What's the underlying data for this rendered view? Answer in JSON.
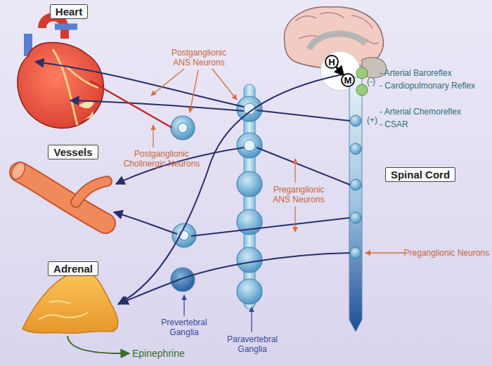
{
  "diagram": {
    "nodes": [
      {
        "text": [
          "Heart"
        ]
      },
      {
        "text": [
          "Vessels"
        ]
      },
      {
        "text": [
          "Adrenal"
        ]
      },
      {
        "text": [
          "H"
        ]
      },
      {
        "text": [
          "M"
        ]
      },
      {
        "text": [
          "Spinal Cord"
        ]
      }
    ],
    "edges": [
      {
        "from": 3,
        "to": 4,
        "arrow": "to"
      }
    ],
    "labels": [
      "Postganglionic ANS Neurons",
      "Postganglionic Cholinergic Neurons",
      "Preganglionic ANS Neurons",
      "Preganglionic Neurons",
      "Prevertebral Ganglia",
      "Paravertebral Ganglia",
      "Epinephrine",
      "(-)",
      "- Arterial Baroreflex",
      "- Cardiopulmonary Reflex",
      "(+)",
      "- Arterial Chemoreflex",
      "- CSAR"
    ]
  }
}
